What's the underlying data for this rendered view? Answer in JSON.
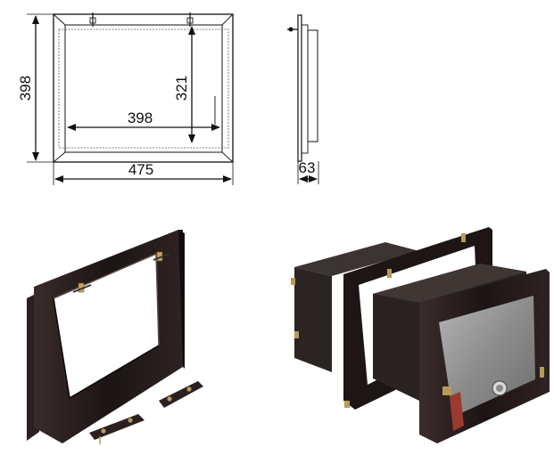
{
  "front_view": {
    "height_outer": "398",
    "height_inner": "321",
    "width_inner": "398",
    "width_outer": "475"
  },
  "side_view": {
    "depth": "63"
  },
  "colors": {
    "line": "#111111",
    "dashed": "#555555",
    "frame_dark": "#1c1414",
    "frame_mid": "#3a2e2c",
    "glass": "#8a8a8a",
    "box": "#2a2624",
    "brass": "#b89a5a",
    "handle_red": "#9a3b2e"
  },
  "icons": {
    "frame_photo": "fireplace-frame-photo",
    "assembly_photo": "fireplace-door-assembly-photo"
  }
}
